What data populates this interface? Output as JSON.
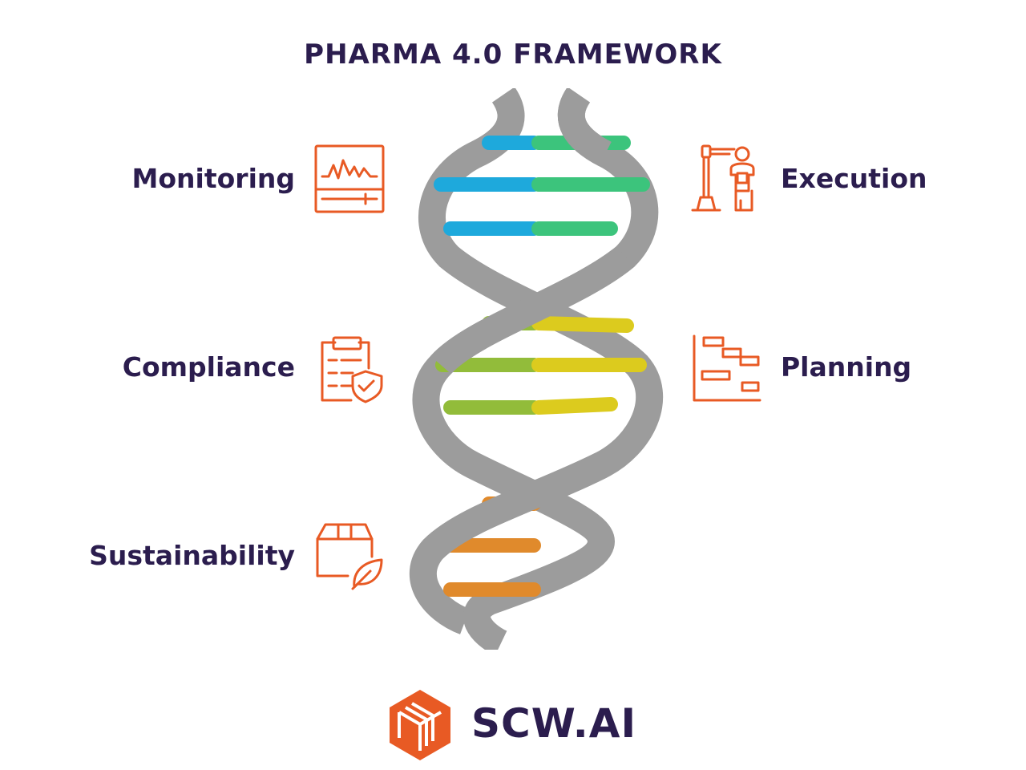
{
  "title": "PHARMA 4.0 FRAMEWORK",
  "items": {
    "monitoring": {
      "label": "Monitoring",
      "icon": "monitoring-screen-icon"
    },
    "execution": {
      "label": "Execution",
      "icon": "robot-arm-icon"
    },
    "compliance": {
      "label": "Compliance",
      "icon": "clipboard-shield-icon"
    },
    "planning": {
      "label": "Planning",
      "icon": "gantt-chart-icon"
    },
    "sustainability": {
      "label": "Sustainability",
      "icon": "box-leaf-icon"
    }
  },
  "brand": {
    "name": "SCW.AI",
    "logo": "scw-cube-logo"
  },
  "colors": {
    "title": "#2b1d4e",
    "icon": "#e85a24",
    "helix": "#9c9c9c",
    "blue": "#1ea9dc",
    "green": "#3cc47c",
    "lime": "#92bc3a",
    "yellow": "#dccb1e",
    "orange": "#e08a2c"
  }
}
